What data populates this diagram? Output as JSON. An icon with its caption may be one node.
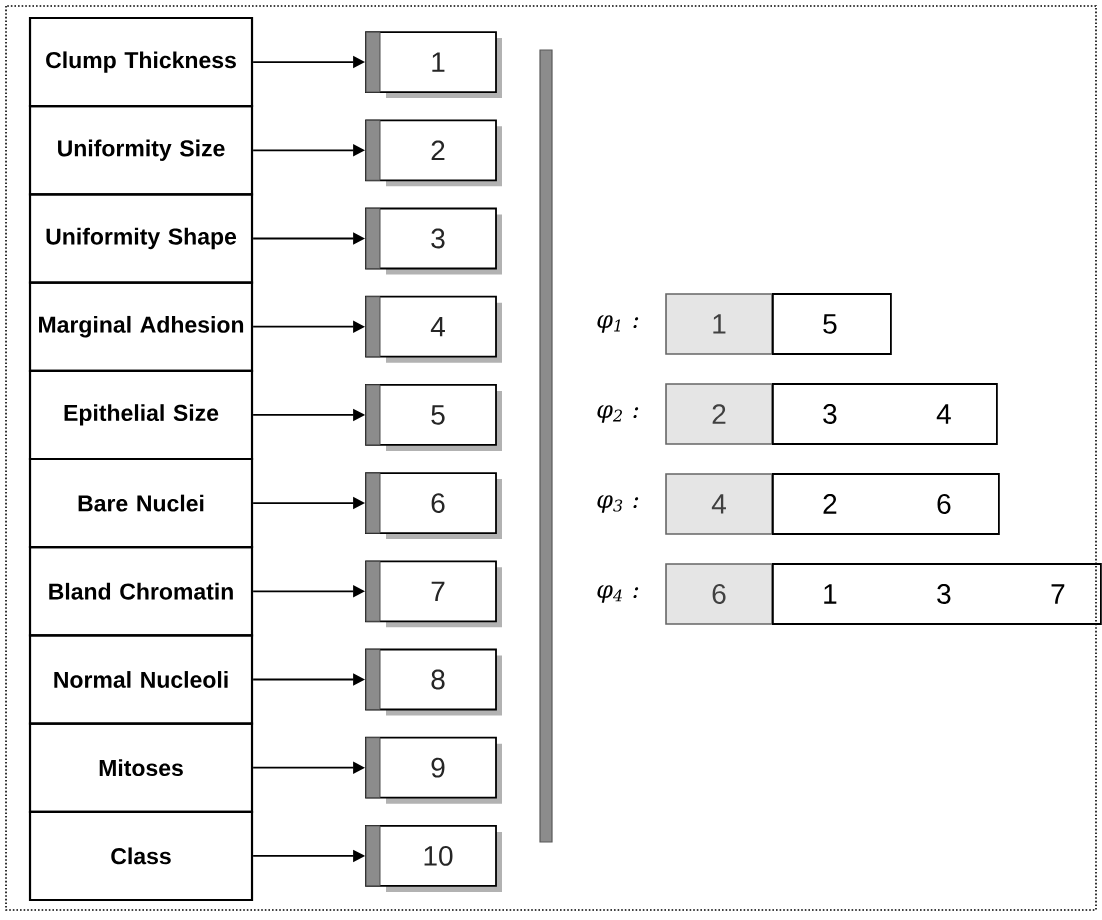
{
  "diagram": {
    "nodes": [
      {
        "text": [
          "Clump Thickness"
        ]
      },
      {
        "text": [
          "Uniformity Size"
        ]
      },
      {
        "text": [
          "Uniformity Shape"
        ]
      },
      {
        "text": [
          "Marginal Adhesion"
        ]
      },
      {
        "text": [
          "Epithelial Size"
        ]
      },
      {
        "text": [
          "Bare Nuclei"
        ]
      },
      {
        "text": [
          "Bland Chromatin"
        ]
      },
      {
        "text": [
          "Normal Nucleoli"
        ]
      },
      {
        "text": [
          "Mitoses"
        ]
      },
      {
        "text": [
          "Class"
        ]
      },
      {
        "text": [
          "1"
        ]
      },
      {
        "text": [
          "2"
        ]
      },
      {
        "text": [
          "3"
        ]
      },
      {
        "text": [
          "4"
        ]
      },
      {
        "text": [
          "5"
        ]
      },
      {
        "text": [
          "6"
        ]
      },
      {
        "text": [
          "7"
        ]
      },
      {
        "text": [
          "8"
        ]
      },
      {
        "text": [
          "9"
        ]
      },
      {
        "text": [
          "10"
        ]
      },
      {
        "text": [
          "1"
        ]
      },
      {
        "text": [
          "5"
        ]
      },
      {
        "text": [
          "2"
        ]
      },
      {
        "text": [
          "3",
          "4"
        ]
      },
      {
        "text": [
          "4"
        ]
      },
      {
        "text": [
          "2",
          "6"
        ]
      },
      {
        "text": [
          "6"
        ]
      },
      {
        "text": [
          "1",
          "3",
          "7"
        ]
      }
    ],
    "edges": [
      {
        "from": 0,
        "to": 10,
        "arrow": "to"
      },
      {
        "from": 1,
        "to": 11,
        "arrow": "to"
      },
      {
        "from": 2,
        "to": 12,
        "arrow": "to"
      },
      {
        "from": 3,
        "to": 13,
        "arrow": "to"
      },
      {
        "from": 4,
        "to": 14,
        "arrow": "to"
      },
      {
        "from": 5,
        "to": 15,
        "arrow": "to"
      },
      {
        "from": 6,
        "to": 16,
        "arrow": "to"
      },
      {
        "from": 7,
        "to": 17,
        "arrow": "to"
      },
      {
        "from": 8,
        "to": 18,
        "arrow": "to"
      },
      {
        "from": 9,
        "to": 19,
        "arrow": "to"
      }
    ],
    "labels": [
      "φ$_{1}$ :",
      "φ$_{2}$ :",
      "φ$_{3}$ :",
      "φ$_{4}$ :"
    ]
  }
}
